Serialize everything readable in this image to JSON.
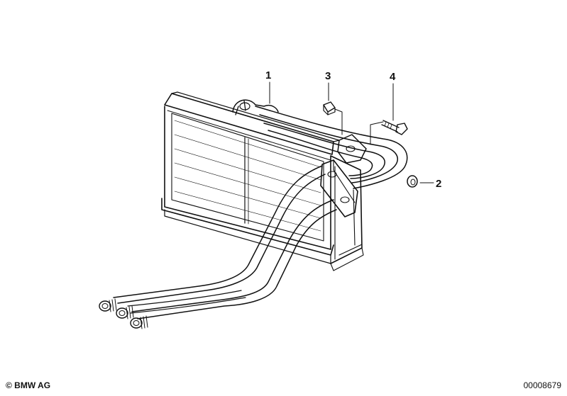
{
  "parts": [
    {
      "label": "1"
    },
    {
      "label": "2"
    },
    {
      "label": "3"
    },
    {
      "label": "4"
    }
  ],
  "footer": {
    "copyright": "© BMW AG",
    "image_number": "00008679"
  }
}
